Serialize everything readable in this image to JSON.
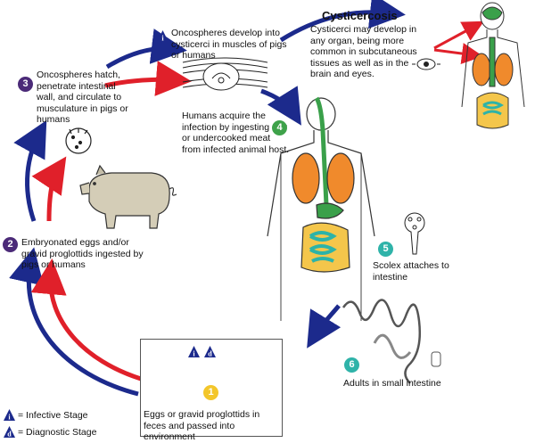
{
  "title": "Cysticercosis",
  "steps": {
    "s1": {
      "num": "1",
      "text": "Eggs or gravid proglottids in feces and passed into environment"
    },
    "s2": {
      "num": "2",
      "text": "Embryonated eggs and/or gravid proglottids ingested by pigs or humans"
    },
    "s3": {
      "num": "3",
      "text": "Oncospheres hatch, penetrate intestinal wall, and circulate to musculature in pigs or humans"
    },
    "s4": {
      "num": "4",
      "text": "Humans acquire the infection by ingesting raw or undercooked meat from infected animal host."
    },
    "s5": {
      "num": "5",
      "text": "Scolex attaches to intestine"
    },
    "s6": {
      "num": "6",
      "text": "Adults in small intestine"
    }
  },
  "oncosphere_note": "Oncospheres develop into cysticerci in muscles of pigs or humans",
  "cysticercosis_text": "Cysticerci may develop in any organ, being more common in subcutaneous tissues as well as in the brain and eyes.",
  "legend": {
    "infective_symbol": "i",
    "infective_label": "= Infective Stage",
    "diagnostic_symbol": "d",
    "diagnostic_label": "= Diagnostic Stage"
  },
  "colors": {
    "blue_arrow": "#1c2a8c",
    "red_arrow": "#e0202a",
    "stage_purple": "#4b2a78",
    "stage_teal": "#2fb3a9",
    "stage_green": "#3ea24a",
    "stage_yellow": "#f3c62a",
    "lungs": "#f08a2c",
    "intestine": "#2db3a8",
    "organs_green": "#3aa04a",
    "colon": "#f4c64b"
  }
}
